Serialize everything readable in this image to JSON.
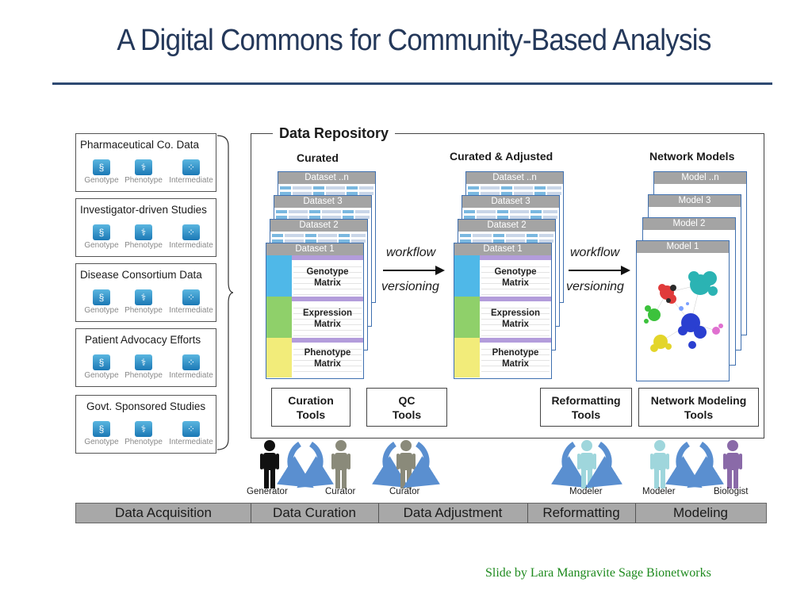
{
  "title": "A Digital Commons for Community-Based Analysis",
  "sources": {
    "icon_labels": {
      "genotype": "Genotype",
      "phenotype": "Phenotype",
      "intermediate": "Intermediate"
    },
    "items": [
      {
        "label": "Pharmaceutical Co. Data"
      },
      {
        "label": "Investigator-driven Studies"
      },
      {
        "label": "Disease Consortium Data"
      },
      {
        "label": "Patient Advocacy Efforts"
      },
      {
        "label": "Govt. Sponsored Studies"
      }
    ]
  },
  "repository": {
    "title": "Data Repository",
    "curated": {
      "heading": "Curated",
      "stack": [
        "Dataset ..n",
        "Dataset 3",
        "Dataset 2",
        "Dataset 1"
      ],
      "matrices": [
        "Genotype Matrix",
        "Expression Matrix",
        "Phenotype Matrix"
      ]
    },
    "adjusted": {
      "heading": "Curated & Adjusted",
      "stack": [
        "Dataset ..n",
        "Dataset 3",
        "Dataset 2",
        "Dataset 1"
      ],
      "matrices": [
        "Genotype Matrix",
        "Expression Matrix",
        "Phenotype Matrix"
      ]
    },
    "models": {
      "heading": "Network Models",
      "stack": [
        "Model ..n",
        "Model 3",
        "Model 2",
        "Model 1"
      ]
    },
    "arrow1": {
      "top": "workflow",
      "bottom": "versioning"
    },
    "arrow2": {
      "top": "workflow",
      "bottom": "versioning"
    },
    "tools": [
      {
        "line1": "Curation",
        "line2": "Tools"
      },
      {
        "line1": "QC",
        "line2": "Tools"
      },
      {
        "line1": "Reformatting",
        "line2": "Tools"
      },
      {
        "line1": "Network Modeling",
        "line2": "Tools"
      }
    ]
  },
  "people": {
    "generator": "Generator",
    "curator1": "Curator",
    "curator2": "Curator",
    "modeler1": "Modeler",
    "modeler2": "Modeler",
    "biologist": "Biologist"
  },
  "stages": [
    "Data Acquisition",
    "Data Curation",
    "Data Adjustment",
    "Reformatting",
    "Modeling"
  ],
  "credit": "Slide by Lara Mangravite Sage Bionetworks",
  "colors": {
    "title": "#24385a",
    "genotype_band": "#4fb8e8",
    "expression_band": "#8fd06a",
    "phenotype_band": "#f2ec7a",
    "header_bar": "#b39ddb",
    "generator": "#111111",
    "curator": "#8a8a7a",
    "modeler": "#9fd6dc",
    "biologist": "#8a6aa8",
    "cycle_arrow": "#5a8fd0",
    "credit": "#1e8a1e"
  }
}
